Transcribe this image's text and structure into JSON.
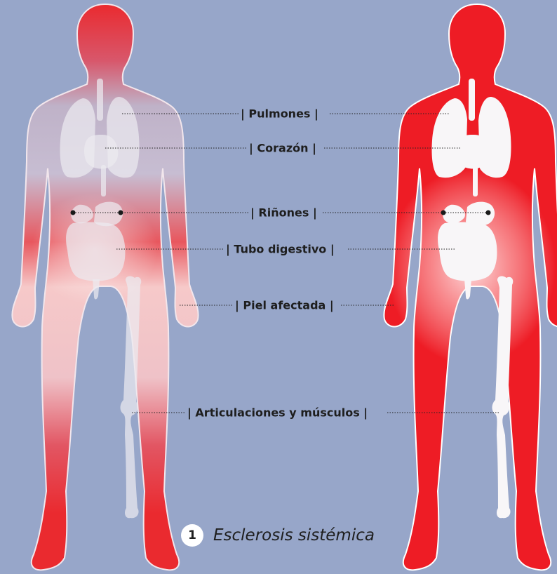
{
  "labels": {
    "lungs": "| Pulmones |",
    "heart": "| Corazón |",
    "kidneys": "| Riñones |",
    "gut": "| Tubo digestivo |",
    "skin": "| Piel afectada |",
    "joints": "| Articulaciones y músculos |"
  },
  "caption": {
    "number": "1",
    "title": "Esclerosis sistémica"
  },
  "colors": {
    "background": "#97a6c9",
    "body_red": "#ee1c25",
    "organ": "#f3f0f2",
    "line": "#222222"
  }
}
